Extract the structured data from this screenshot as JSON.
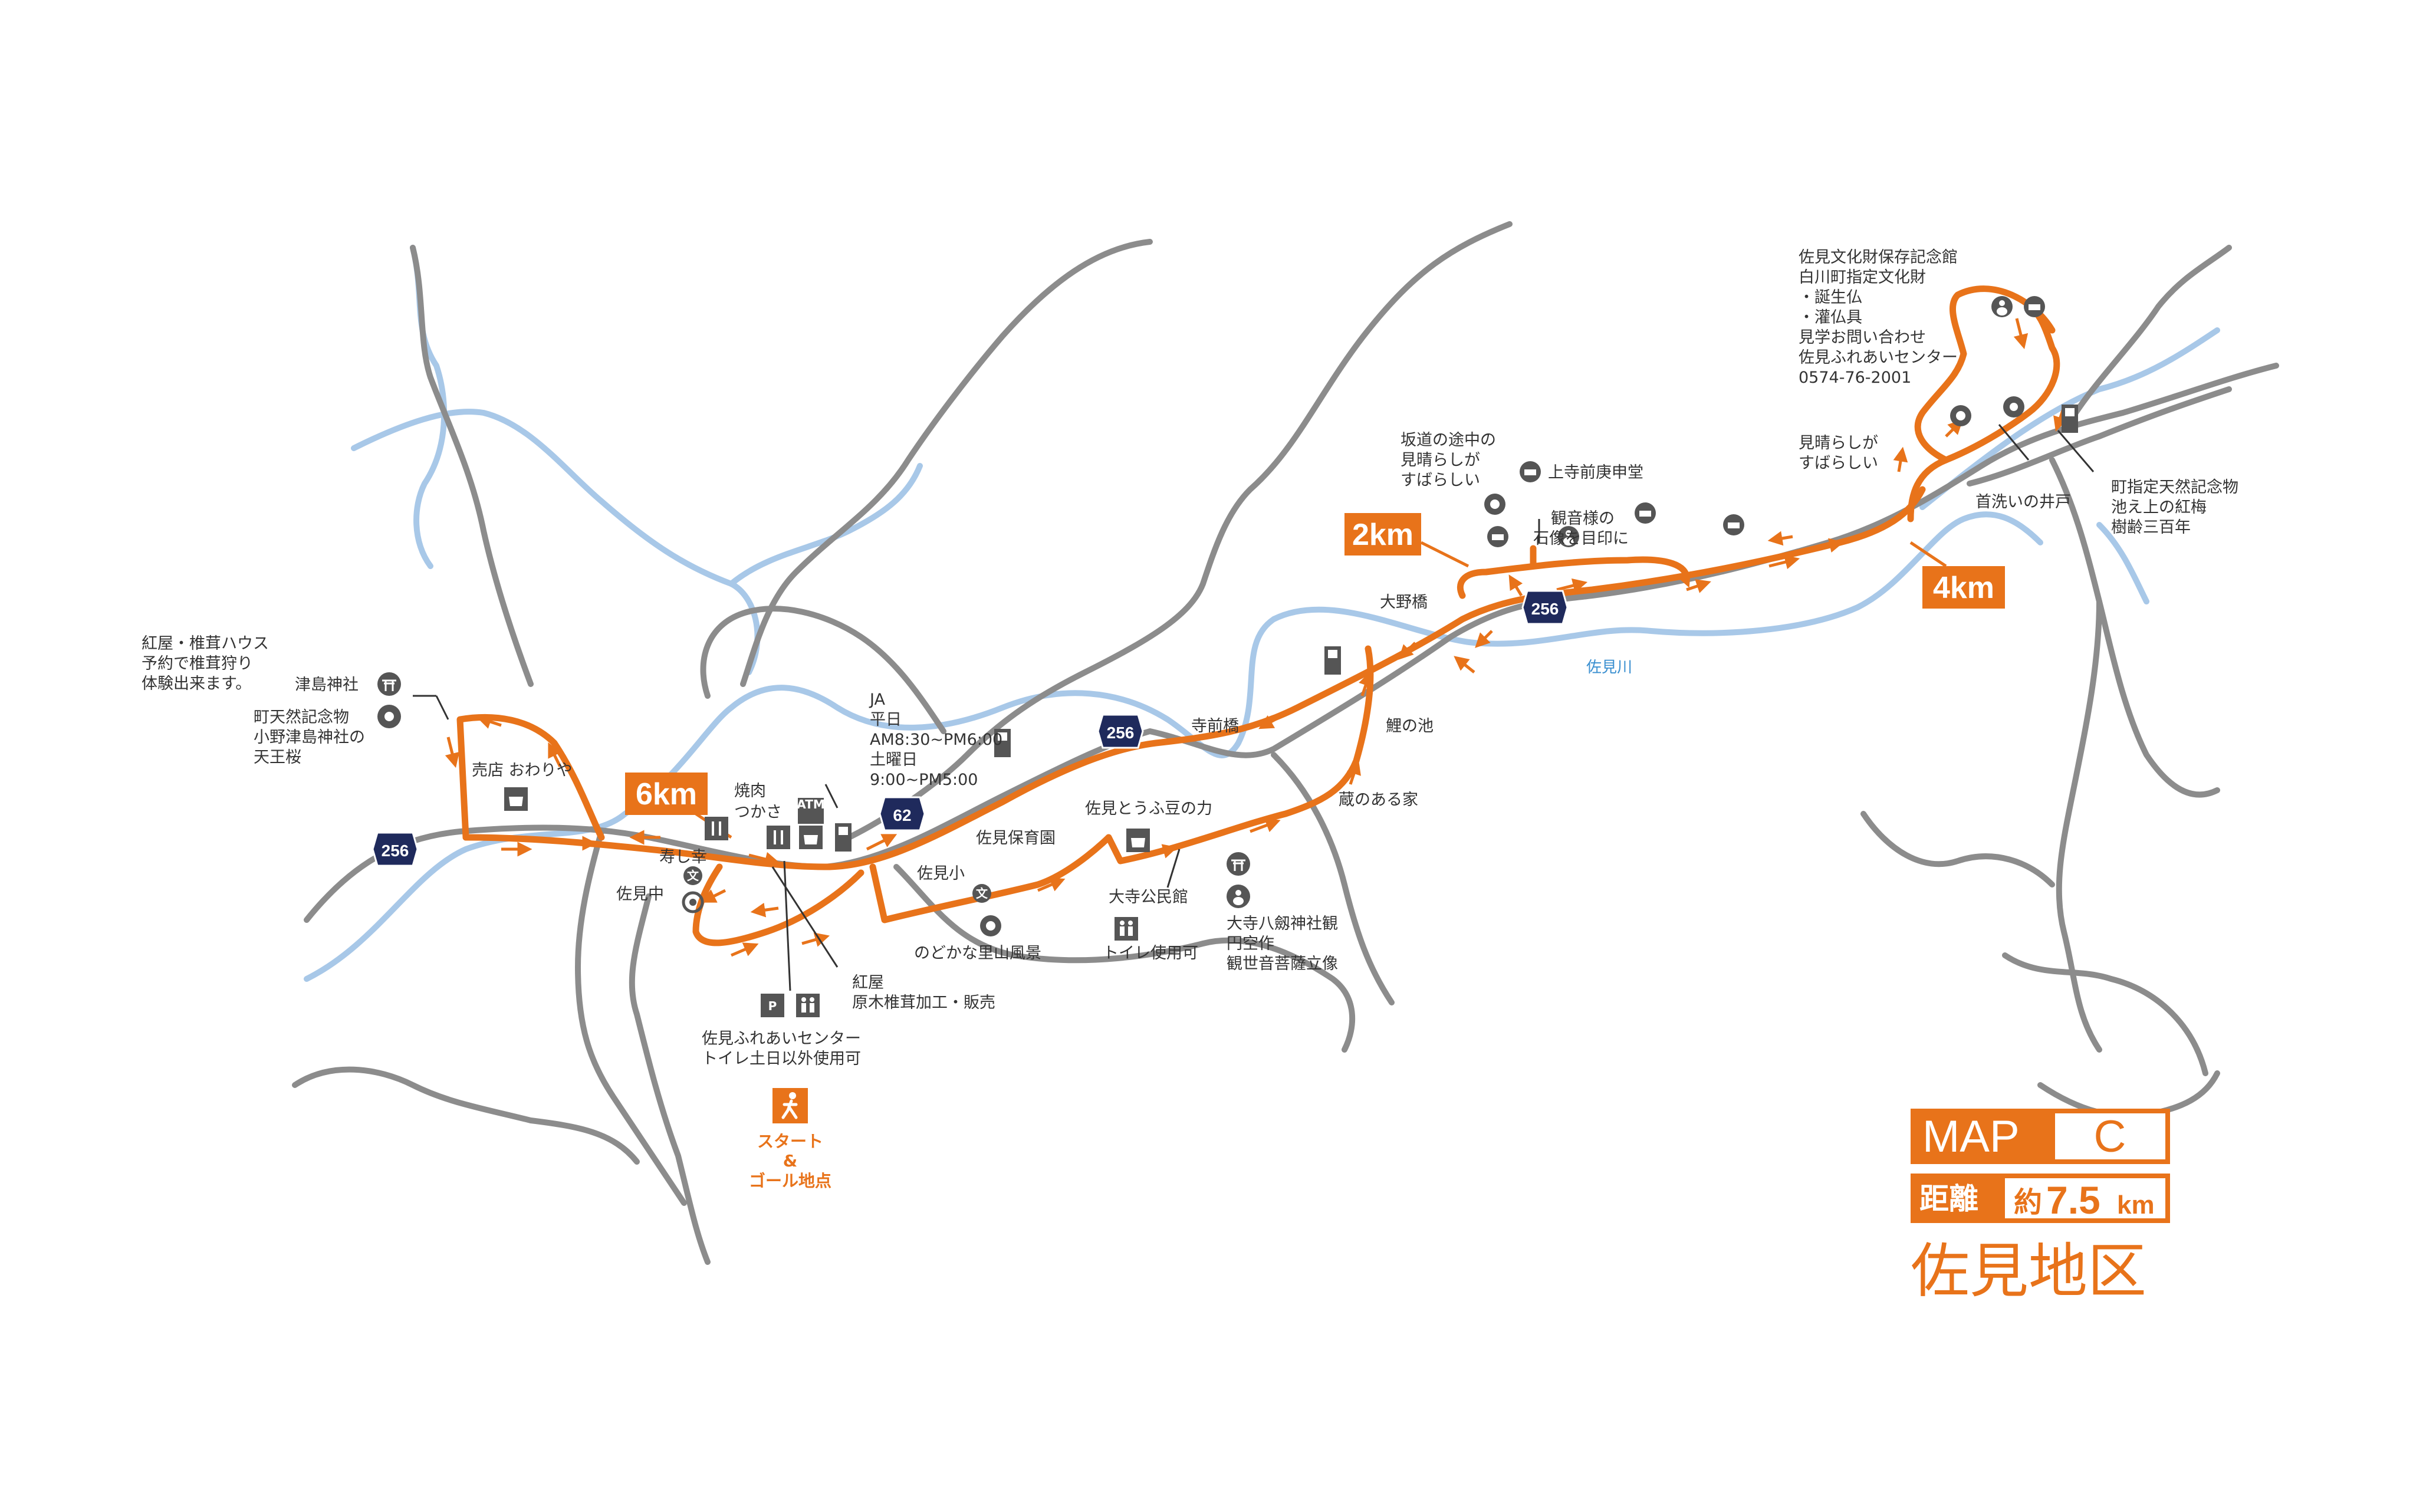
{
  "legend": {
    "map_label": "MAP",
    "map_code": "C",
    "distance_label": "距離",
    "distance_prefix": "約",
    "distance_value": "7.5",
    "distance_unit": "km",
    "area_name": "佐見地区"
  },
  "km_markers": {
    "km2": "2km",
    "km4": "4km",
    "km6": "6km"
  },
  "road_shields": {
    "route256_a": "256",
    "route256_b": "256",
    "route256_c": "256",
    "route62": "62"
  },
  "river": {
    "name": "佐見川"
  },
  "start_goal": {
    "line1": "スタート",
    "line2": "&",
    "line3": "ゴール地点"
  },
  "labels": {
    "beni_house": [
      "紅屋・椎茸ハウス",
      "予約で椎茸狩り",
      "体験出来ます。"
    ],
    "tsushima_shrine": "津島神社",
    "onotsushima": [
      "町天然記念物",
      "小野津島神社の",
      "天王桜"
    ],
    "shop_owariya": "売店 おわりや",
    "yakiniku": [
      "焼肉",
      "つかさ"
    ],
    "sushi": "寿し幸",
    "sami_jhs": "佐見中",
    "ja": [
      "JA",
      "平日",
      "AM8:30~PM6:00",
      "土曜日",
      "9:00~PM5:00"
    ],
    "sami_nursery": "佐見保育園",
    "sami_elem": "佐見小",
    "tofu": "佐見とうふ豆の力",
    "nodoka": "のどかな里山風景",
    "beniya_shiitake": [
      "紅屋",
      "原木椎茸加工・販売"
    ],
    "fureai": [
      "佐見ふれあいセンター",
      "トイレ土日以外使用可"
    ],
    "odera_hall": "大寺公民館",
    "odera_toilet": "トイレ使用可",
    "odera_shrine": [
      "大寺八劔神社観",
      "円空作",
      "観世音菩薩立像"
    ],
    "kura": "蔵のある家",
    "koi": "鯉の池",
    "teramae": "寺前橋",
    "ono_bridge": "大野橋",
    "slope_view": [
      "坂道の途中の",
      "見晴らしが",
      "すばらしい"
    ],
    "kamidera": "上寺前庚申堂",
    "kannon": [
      "観音様の",
      "石像を目印に"
    ],
    "bunkazai": [
      "佐見文化財保存記念館",
      "白川町指定文化財",
      "・誕生仏",
      "・灌仏具",
      "見学お問い合わせ",
      "佐見ふれあいセンター",
      "0574-76-2001"
    ],
    "view_good": [
      "見晴らしが",
      "すばらしい"
    ],
    "ume": [
      "町指定天然記念物",
      "池え上の紅梅",
      "樹齢三百年"
    ],
    "well": "首洗いの井戸"
  },
  "icons": {
    "atm": "ATM",
    "parking": "P",
    "school_mark": "文",
    "vending": "自販機"
  },
  "colors": {
    "route_orange": "#e8731a",
    "road_gray": "#8c8c8c",
    "river_blue": "#a8c8e8",
    "shield_navy": "#1f2a5c",
    "icon_gray": "#555555"
  }
}
